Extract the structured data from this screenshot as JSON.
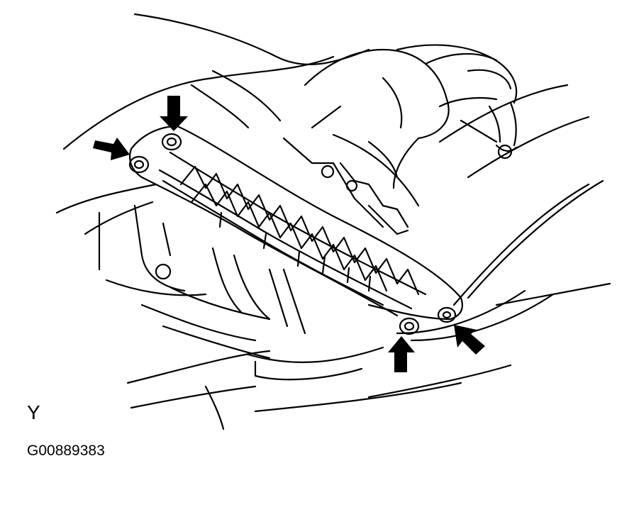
{
  "figure": {
    "view_label": "Y",
    "figure_code": "G00889383",
    "arrow_count": 4,
    "line_color": "#000000",
    "background_color": "#ffffff"
  }
}
